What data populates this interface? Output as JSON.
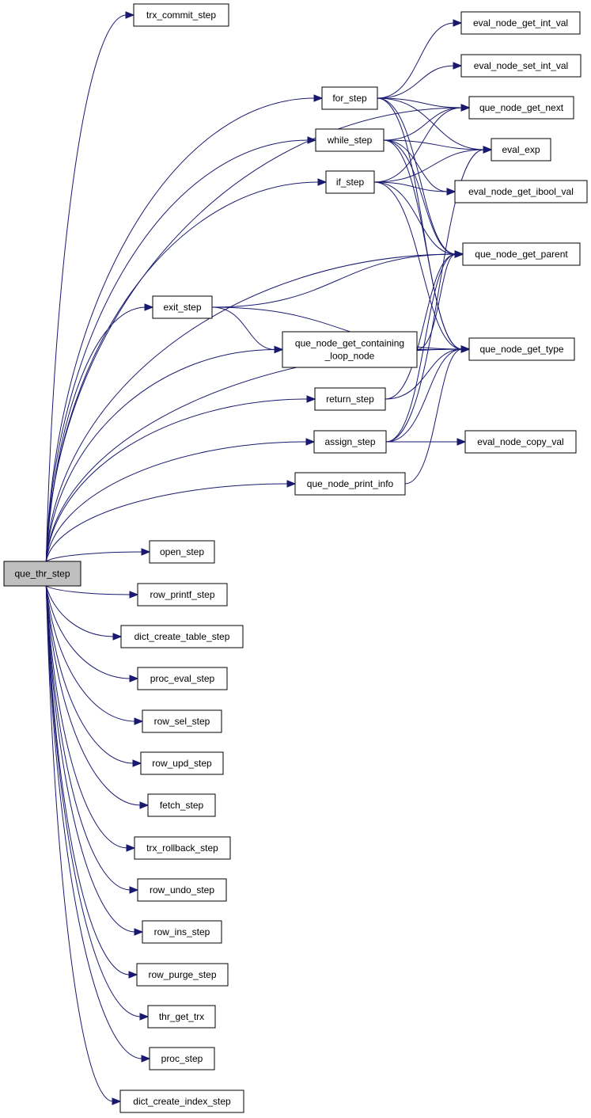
{
  "diagram": {
    "root": "que_thr_step",
    "nodes": [
      {
        "id": "que_thr_step",
        "lines": [
          "que_thr_step"
        ],
        "root": true
      },
      {
        "id": "trx_commit_step",
        "lines": [
          "trx_commit_step"
        ]
      },
      {
        "id": "for_step",
        "lines": [
          "for_step"
        ]
      },
      {
        "id": "while_step",
        "lines": [
          "while_step"
        ]
      },
      {
        "id": "if_step",
        "lines": [
          "if_step"
        ]
      },
      {
        "id": "exit_step",
        "lines": [
          "exit_step"
        ]
      },
      {
        "id": "que_node_get_containing_loop_node",
        "lines": [
          "que_node_get_containing",
          "_loop_node"
        ]
      },
      {
        "id": "return_step",
        "lines": [
          "return_step"
        ]
      },
      {
        "id": "assign_step",
        "lines": [
          "assign_step"
        ]
      },
      {
        "id": "que_node_print_info",
        "lines": [
          "que_node_print_info"
        ]
      },
      {
        "id": "eval_node_get_int_val",
        "lines": [
          "eval_node_get_int_val"
        ]
      },
      {
        "id": "eval_node_set_int_val",
        "lines": [
          "eval_node_set_int_val"
        ]
      },
      {
        "id": "que_node_get_next",
        "lines": [
          "que_node_get_next"
        ]
      },
      {
        "id": "eval_exp",
        "lines": [
          "eval_exp"
        ]
      },
      {
        "id": "eval_node_get_ibool_val",
        "lines": [
          "eval_node_get_ibool_val"
        ]
      },
      {
        "id": "que_node_get_parent",
        "lines": [
          "que_node_get_parent"
        ]
      },
      {
        "id": "que_node_get_type",
        "lines": [
          "que_node_get_type"
        ]
      },
      {
        "id": "eval_node_copy_val",
        "lines": [
          "eval_node_copy_val"
        ]
      },
      {
        "id": "open_step",
        "lines": [
          "open_step"
        ]
      },
      {
        "id": "row_printf_step",
        "lines": [
          "row_printf_step"
        ]
      },
      {
        "id": "dict_create_table_step",
        "lines": [
          "dict_create_table_step"
        ]
      },
      {
        "id": "proc_eval_step",
        "lines": [
          "proc_eval_step"
        ]
      },
      {
        "id": "row_sel_step",
        "lines": [
          "row_sel_step"
        ]
      },
      {
        "id": "row_upd_step",
        "lines": [
          "row_upd_step"
        ]
      },
      {
        "id": "fetch_step",
        "lines": [
          "fetch_step"
        ]
      },
      {
        "id": "trx_rollback_step",
        "lines": [
          "trx_rollback_step"
        ]
      },
      {
        "id": "row_undo_step",
        "lines": [
          "row_undo_step"
        ]
      },
      {
        "id": "row_ins_step",
        "lines": [
          "row_ins_step"
        ]
      },
      {
        "id": "row_purge_step",
        "lines": [
          "row_purge_step"
        ]
      },
      {
        "id": "thr_get_trx",
        "lines": [
          "thr_get_trx"
        ]
      },
      {
        "id": "proc_step",
        "lines": [
          "proc_step"
        ]
      },
      {
        "id": "dict_create_index_step",
        "lines": [
          "dict_create_index_step"
        ]
      }
    ],
    "edges": [
      [
        "que_thr_step",
        "trx_commit_step"
      ],
      [
        "que_thr_step",
        "que_node_get_next"
      ],
      [
        "que_thr_step",
        "for_step"
      ],
      [
        "que_thr_step",
        "while_step"
      ],
      [
        "que_thr_step",
        "if_step"
      ],
      [
        "que_thr_step",
        "que_node_get_parent"
      ],
      [
        "que_thr_step",
        "exit_step"
      ],
      [
        "que_thr_step",
        "que_node_get_containing_loop_node"
      ],
      [
        "que_thr_step",
        "return_step"
      ],
      [
        "que_thr_step",
        "assign_step"
      ],
      [
        "que_thr_step",
        "que_node_print_info"
      ],
      [
        "que_thr_step",
        "que_node_get_type"
      ],
      [
        "que_thr_step",
        "open_step"
      ],
      [
        "que_thr_step",
        "row_printf_step"
      ],
      [
        "que_thr_step",
        "dict_create_table_step"
      ],
      [
        "que_thr_step",
        "proc_eval_step"
      ],
      [
        "que_thr_step",
        "row_sel_step"
      ],
      [
        "que_thr_step",
        "row_upd_step"
      ],
      [
        "que_thr_step",
        "fetch_step"
      ],
      [
        "que_thr_step",
        "trx_rollback_step"
      ],
      [
        "que_thr_step",
        "row_undo_step"
      ],
      [
        "que_thr_step",
        "row_ins_step"
      ],
      [
        "que_thr_step",
        "row_purge_step"
      ],
      [
        "que_thr_step",
        "thr_get_trx"
      ],
      [
        "que_thr_step",
        "proc_step"
      ],
      [
        "que_thr_step",
        "dict_create_index_step"
      ],
      [
        "for_step",
        "eval_node_get_int_val"
      ],
      [
        "for_step",
        "eval_node_set_int_val"
      ],
      [
        "for_step",
        "que_node_get_next"
      ],
      [
        "for_step",
        "eval_exp"
      ],
      [
        "for_step",
        "que_node_get_parent"
      ],
      [
        "for_step",
        "que_node_get_type"
      ],
      [
        "while_step",
        "que_node_get_next"
      ],
      [
        "while_step",
        "eval_exp"
      ],
      [
        "while_step",
        "eval_node_get_ibool_val"
      ],
      [
        "while_step",
        "que_node_get_parent"
      ],
      [
        "while_step",
        "que_node_get_type"
      ],
      [
        "if_step",
        "que_node_get_next"
      ],
      [
        "if_step",
        "eval_exp"
      ],
      [
        "if_step",
        "eval_node_get_ibool_val"
      ],
      [
        "if_step",
        "que_node_get_parent"
      ],
      [
        "if_step",
        "que_node_get_type"
      ],
      [
        "exit_step",
        "que_node_get_parent"
      ],
      [
        "exit_step",
        "que_node_get_containing_loop_node"
      ],
      [
        "exit_step",
        "que_node_get_type"
      ],
      [
        "que_node_get_containing_loop_node",
        "que_node_get_parent"
      ],
      [
        "que_node_get_containing_loop_node",
        "que_node_get_type"
      ],
      [
        "return_step",
        "que_node_get_parent"
      ],
      [
        "return_step",
        "que_node_get_type"
      ],
      [
        "assign_step",
        "eval_exp"
      ],
      [
        "assign_step",
        "que_node_get_parent"
      ],
      [
        "assign_step",
        "que_node_get_type"
      ],
      [
        "assign_step",
        "eval_node_copy_val"
      ],
      [
        "que_node_print_info",
        "que_node_get_type"
      ]
    ]
  },
  "colors": {
    "edge": "#191970",
    "root_fill": "#bfbfbf",
    "node_fill": "#ffffff",
    "node_border": "#000000"
  }
}
